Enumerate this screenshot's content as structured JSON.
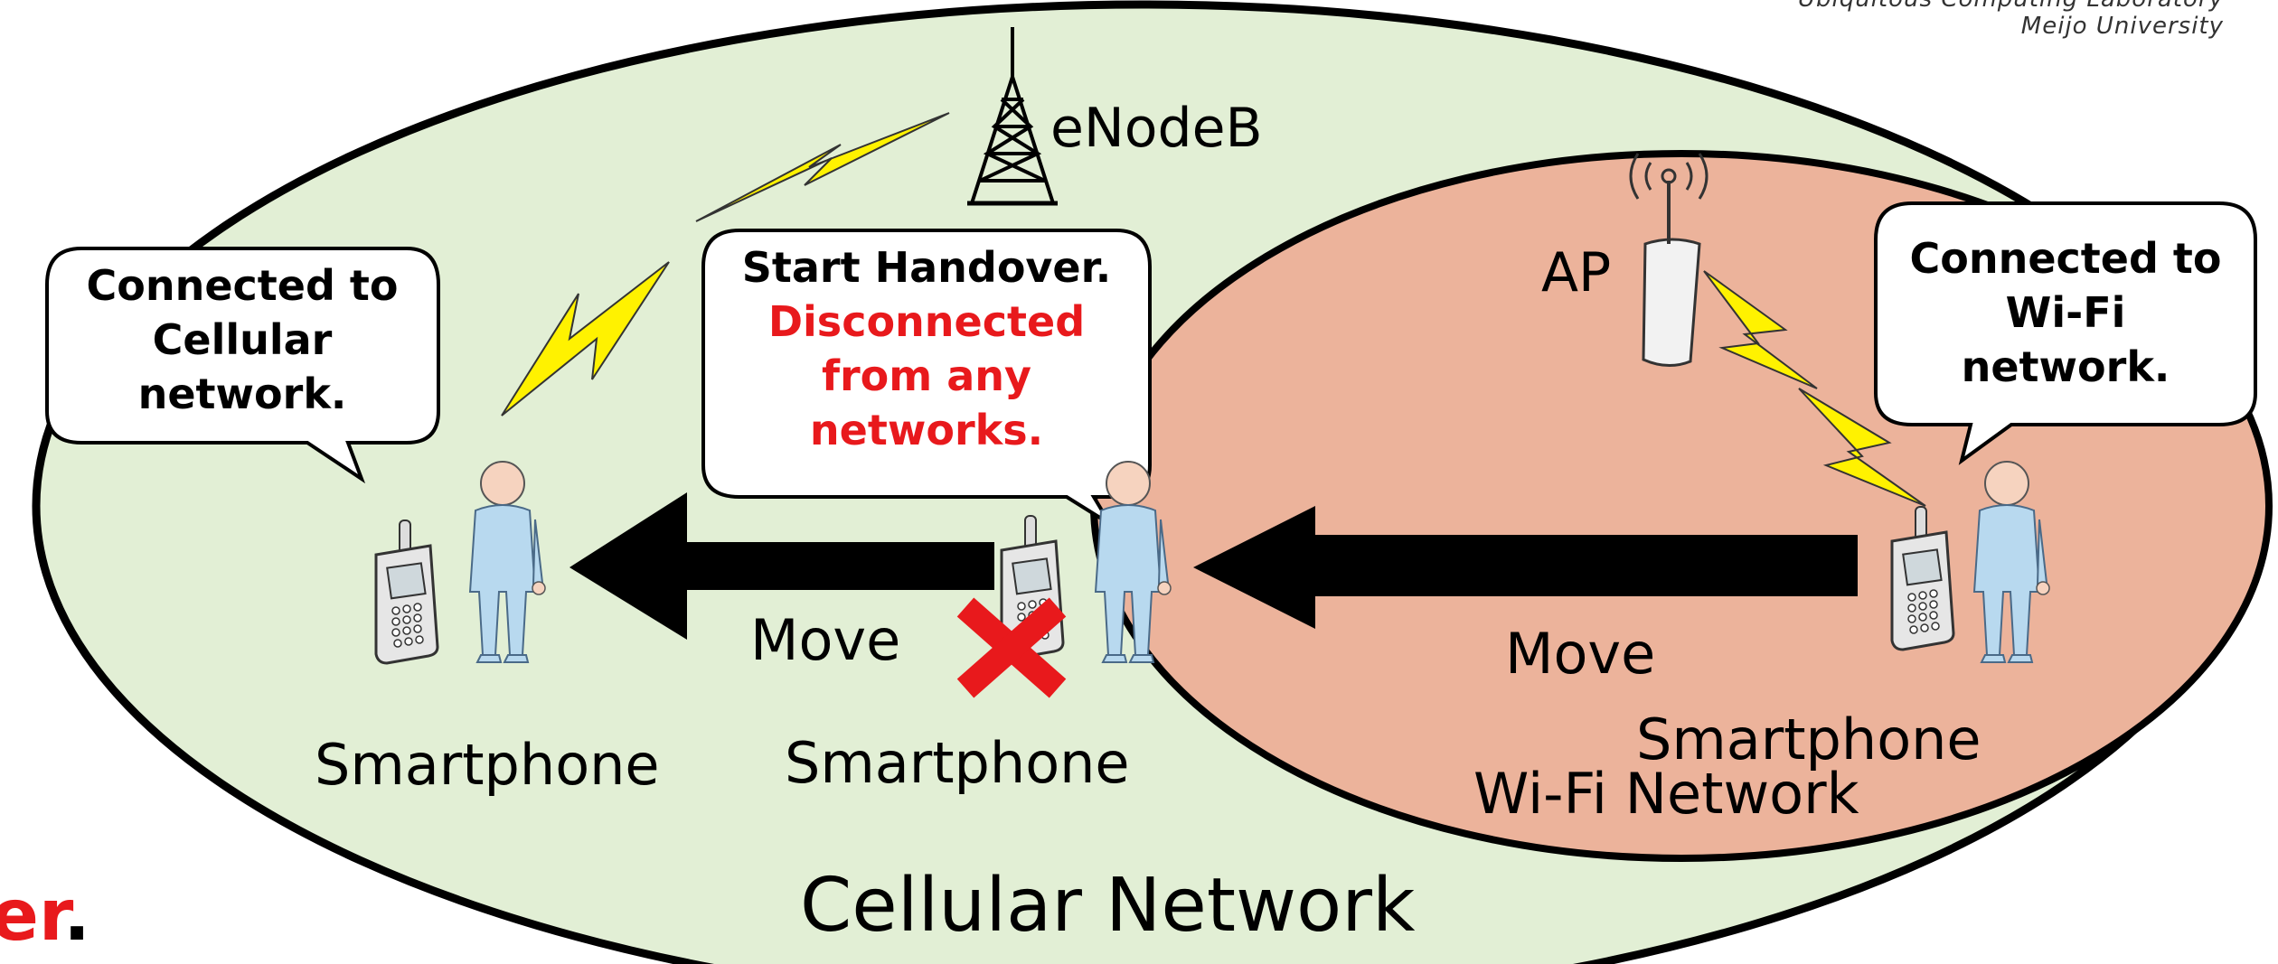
{
  "header": {
    "lab_name": "Ubiquitous Computing Laboratory",
    "university": "Meijo University"
  },
  "networks": {
    "cellular": "Cellular Network",
    "wifi": "Wi-Fi Network"
  },
  "devices": {
    "base_station": "eNodeB",
    "access_point": "AP",
    "smartphone_left": "Smartphone",
    "smartphone_middle": "Smartphone",
    "smartphone_right": "Smartphone"
  },
  "arrows": {
    "move_left": "Move",
    "move_right": "Move"
  },
  "bubbles": {
    "left": [
      "Connected to",
      "Cellular",
      "network."
    ],
    "middle_title": "Start Handover.",
    "middle_alert": [
      "Disconnected",
      "from any",
      "networks."
    ],
    "right": [
      "Connected to",
      "Wi-Fi",
      "network."
    ]
  },
  "slide_fragment": {
    "red_part": "er",
    "black_part": "."
  },
  "colors": {
    "cellular_fill": "#e2efd5",
    "wifi_fill": "#ecb39b",
    "alert": "#e8191c",
    "lightning": "#fff200"
  }
}
